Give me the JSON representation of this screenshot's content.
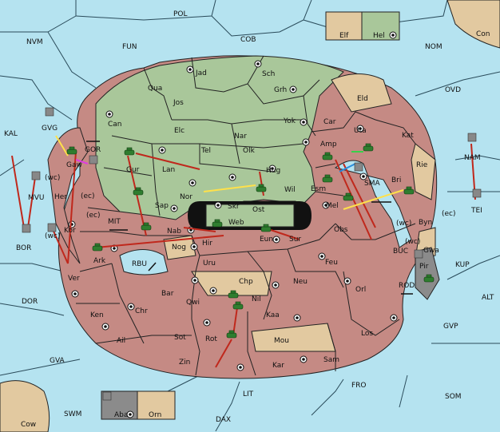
{
  "colors": {
    "sea": "#b5e3f0",
    "green_power": "#a9c79a",
    "red_power": "#c58a84",
    "neutral": "#e2c9a0",
    "gray_power": "#8b8b8b",
    "order": "#c0281c"
  },
  "sea_regions": [
    "POL",
    "FUN",
    "COB",
    "NOM",
    "NVM",
    "KAL",
    "OVD",
    "BOR",
    "DOR",
    "GVA",
    "SWM",
    "DAX",
    "LIT",
    "FRO",
    "SOM",
    "GVP",
    "ALT",
    "KUP",
    "MIT",
    "GOR",
    "SMA",
    "RBU",
    "BUC",
    "ROD"
  ],
  "land_regions": [
    "Jad",
    "Sch",
    "Qua",
    "Jos",
    "Grh",
    "Can",
    "Eld",
    "Car",
    "Yok",
    "Nar",
    "Elc",
    "Tel",
    "Olk",
    "Uta",
    "Kat",
    "Amp",
    "Gur",
    "Lan",
    "Hug",
    "Rie",
    "Gaw",
    "Her",
    "Nor",
    "Wil",
    "Esm",
    "Bri",
    "Sap",
    "Skr",
    "Ost",
    "Web",
    "Mel",
    "Kor",
    "Nab",
    "Hir",
    "Eun",
    "Sur",
    "Obs",
    "Byn",
    "Ark",
    "Nog",
    "Uru",
    "Feu",
    "Gwa",
    "Pir",
    "Ver",
    "Chp",
    "Neu",
    "Bar",
    "Qwi",
    "Orl",
    "Ken",
    "Nil",
    "Chr",
    "Kaa",
    "Ail",
    "Sot",
    "Rot",
    "Mou",
    "Los",
    "Zin",
    "Kar",
    "Sam",
    "Elf",
    "Hel",
    "Con",
    "Cow",
    "Aba",
    "Orn",
    "GVG",
    "MVU",
    "NAM",
    "TEI"
  ],
  "coast_tags": [
    "(wc)",
    "(ec)",
    "(ec)",
    "(wc)",
    "(wc)",
    "(ec)",
    "(wc)"
  ],
  "legend": [
    "Elf",
    "Hel",
    "Aba",
    "Orn"
  ]
}
